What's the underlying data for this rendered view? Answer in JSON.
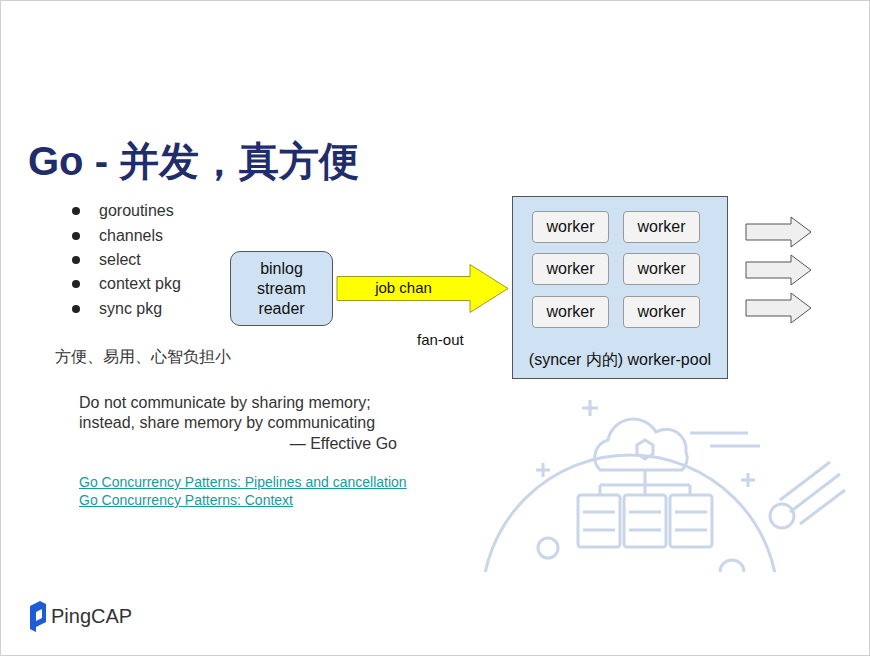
{
  "diagram": {
    "title": "Go - 并发，真方便",
    "nodes": [
      {
        "text": [
          "binlog stream reader"
        ]
      },
      {
        "text": [
          "(syncer 内的) worker-pool"
        ]
      },
      {
        "text": [
          "worker"
        ],
        "in": 1
      },
      {
        "text": [
          "worker"
        ],
        "in": 1
      },
      {
        "text": [
          "worker"
        ],
        "in": 1
      },
      {
        "text": [
          "worker"
        ],
        "in": 1
      },
      {
        "text": [
          "worker"
        ],
        "in": 1
      },
      {
        "text": [
          "worker"
        ],
        "in": 1
      }
    ],
    "edges": [
      {
        "from": 0,
        "to": 1,
        "label": "job chan",
        "arrow": "to"
      }
    ],
    "labels": [
      "goroutines",
      "channels",
      "select",
      "context pkg",
      "sync pkg",
      "fan-out",
      "方便、易用、心智负担小",
      "Do not communicate by sharing memory; instead, share memory by communicating",
      "— Effective Go",
      "Go Concurrency Patterns: Pipelines and cancellation",
      "Go Concurrency Patterns: Context",
      "PingCAP"
    ]
  }
}
